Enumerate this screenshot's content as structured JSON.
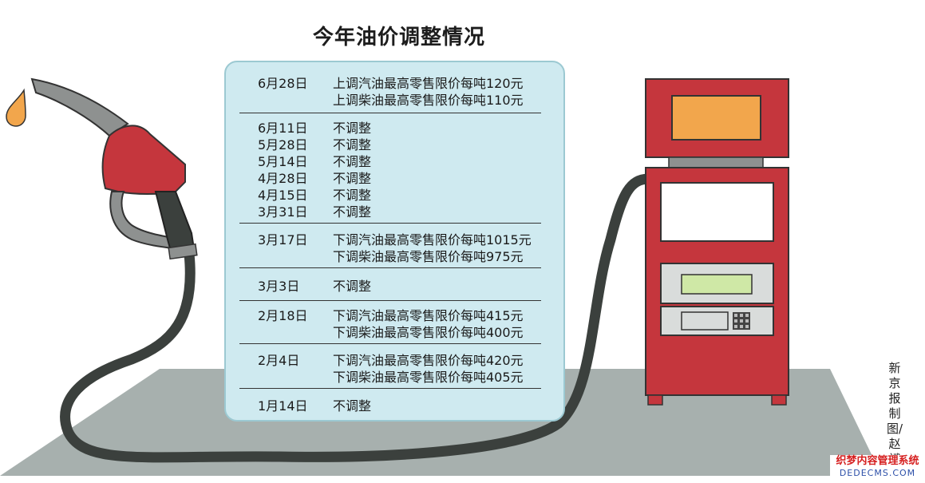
{
  "title": "今年油价调整情况",
  "groups": [
    {
      "rows": [
        {
          "date": "6月28日",
          "text": "上调汽油最高零售限价每吨120元"
        },
        {
          "date": "",
          "text": "上调柴油最高零售限价每吨110元"
        }
      ]
    },
    {
      "rows": [
        {
          "date": "6月11日",
          "text": "不调整"
        },
        {
          "date": "5月28日",
          "text": "不调整"
        },
        {
          "date": "5月14日",
          "text": "不调整"
        },
        {
          "date": "4月28日",
          "text": "不调整"
        },
        {
          "date": "4月15日",
          "text": "不调整"
        },
        {
          "date": "3月31日",
          "text": "不调整"
        }
      ]
    },
    {
      "rows": [
        {
          "date": "3月17日",
          "text": "下调汽油最高零售限价每吨1015元"
        },
        {
          "date": "",
          "text": "下调柴油最高零售限价每吨975元"
        }
      ]
    },
    {
      "rows": [
        {
          "date": "3月3日",
          "text": "不调整"
        }
      ]
    },
    {
      "rows": [
        {
          "date": "2月18日",
          "text": "下调汽油最高零售限价每吨415元"
        },
        {
          "date": "",
          "text": "下调柴油最高零售限价每吨400元"
        }
      ]
    },
    {
      "rows": [
        {
          "date": "2月4日",
          "text": "下调汽油最高零售限价每吨420元"
        },
        {
          "date": "",
          "text": "下调柴油最高零售限价每吨405元"
        }
      ]
    },
    {
      "rows": [
        {
          "date": "1月14日",
          "text": "不调整"
        }
      ]
    }
  ],
  "credit": "新京报制图/赵斌",
  "watermark": {
    "line1": "织梦内容管理系统",
    "line2": "DEDECMS.COM"
  },
  "colors": {
    "panel": "#cfeaf0",
    "floor": "#a7b0ae",
    "pump_red": "#c5363d",
    "nozzle_gray": "#8e9190",
    "hose": "#3b403d",
    "drop": "#f2a64c"
  }
}
